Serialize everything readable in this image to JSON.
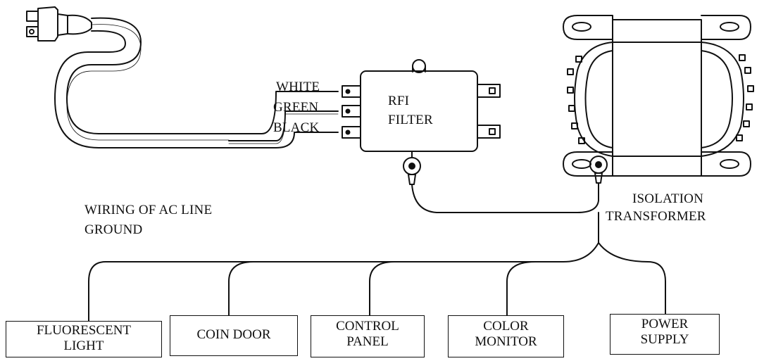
{
  "wire_labels": {
    "white": "WHITE",
    "green": "GREEN",
    "black": "BLACK"
  },
  "rfi_filter": {
    "line1": "RFI",
    "line2": "FILTER"
  },
  "ground_note": {
    "line1": "WIRING OF AC LINE",
    "line2": "GROUND"
  },
  "transformer": {
    "line1": "ISOLATION",
    "line2": "TRANSFORMER"
  },
  "destinations": [
    {
      "line1": "FLUORESCENT",
      "line2": "LIGHT"
    },
    {
      "line1": "COIN DOOR",
      "line2": ""
    },
    {
      "line1": "CONTROL",
      "line2": "PANEL"
    },
    {
      "line1": "COLOR",
      "line2": "MONITOR"
    },
    {
      "line1": "POWER",
      "line2": "SUPPLY"
    }
  ]
}
